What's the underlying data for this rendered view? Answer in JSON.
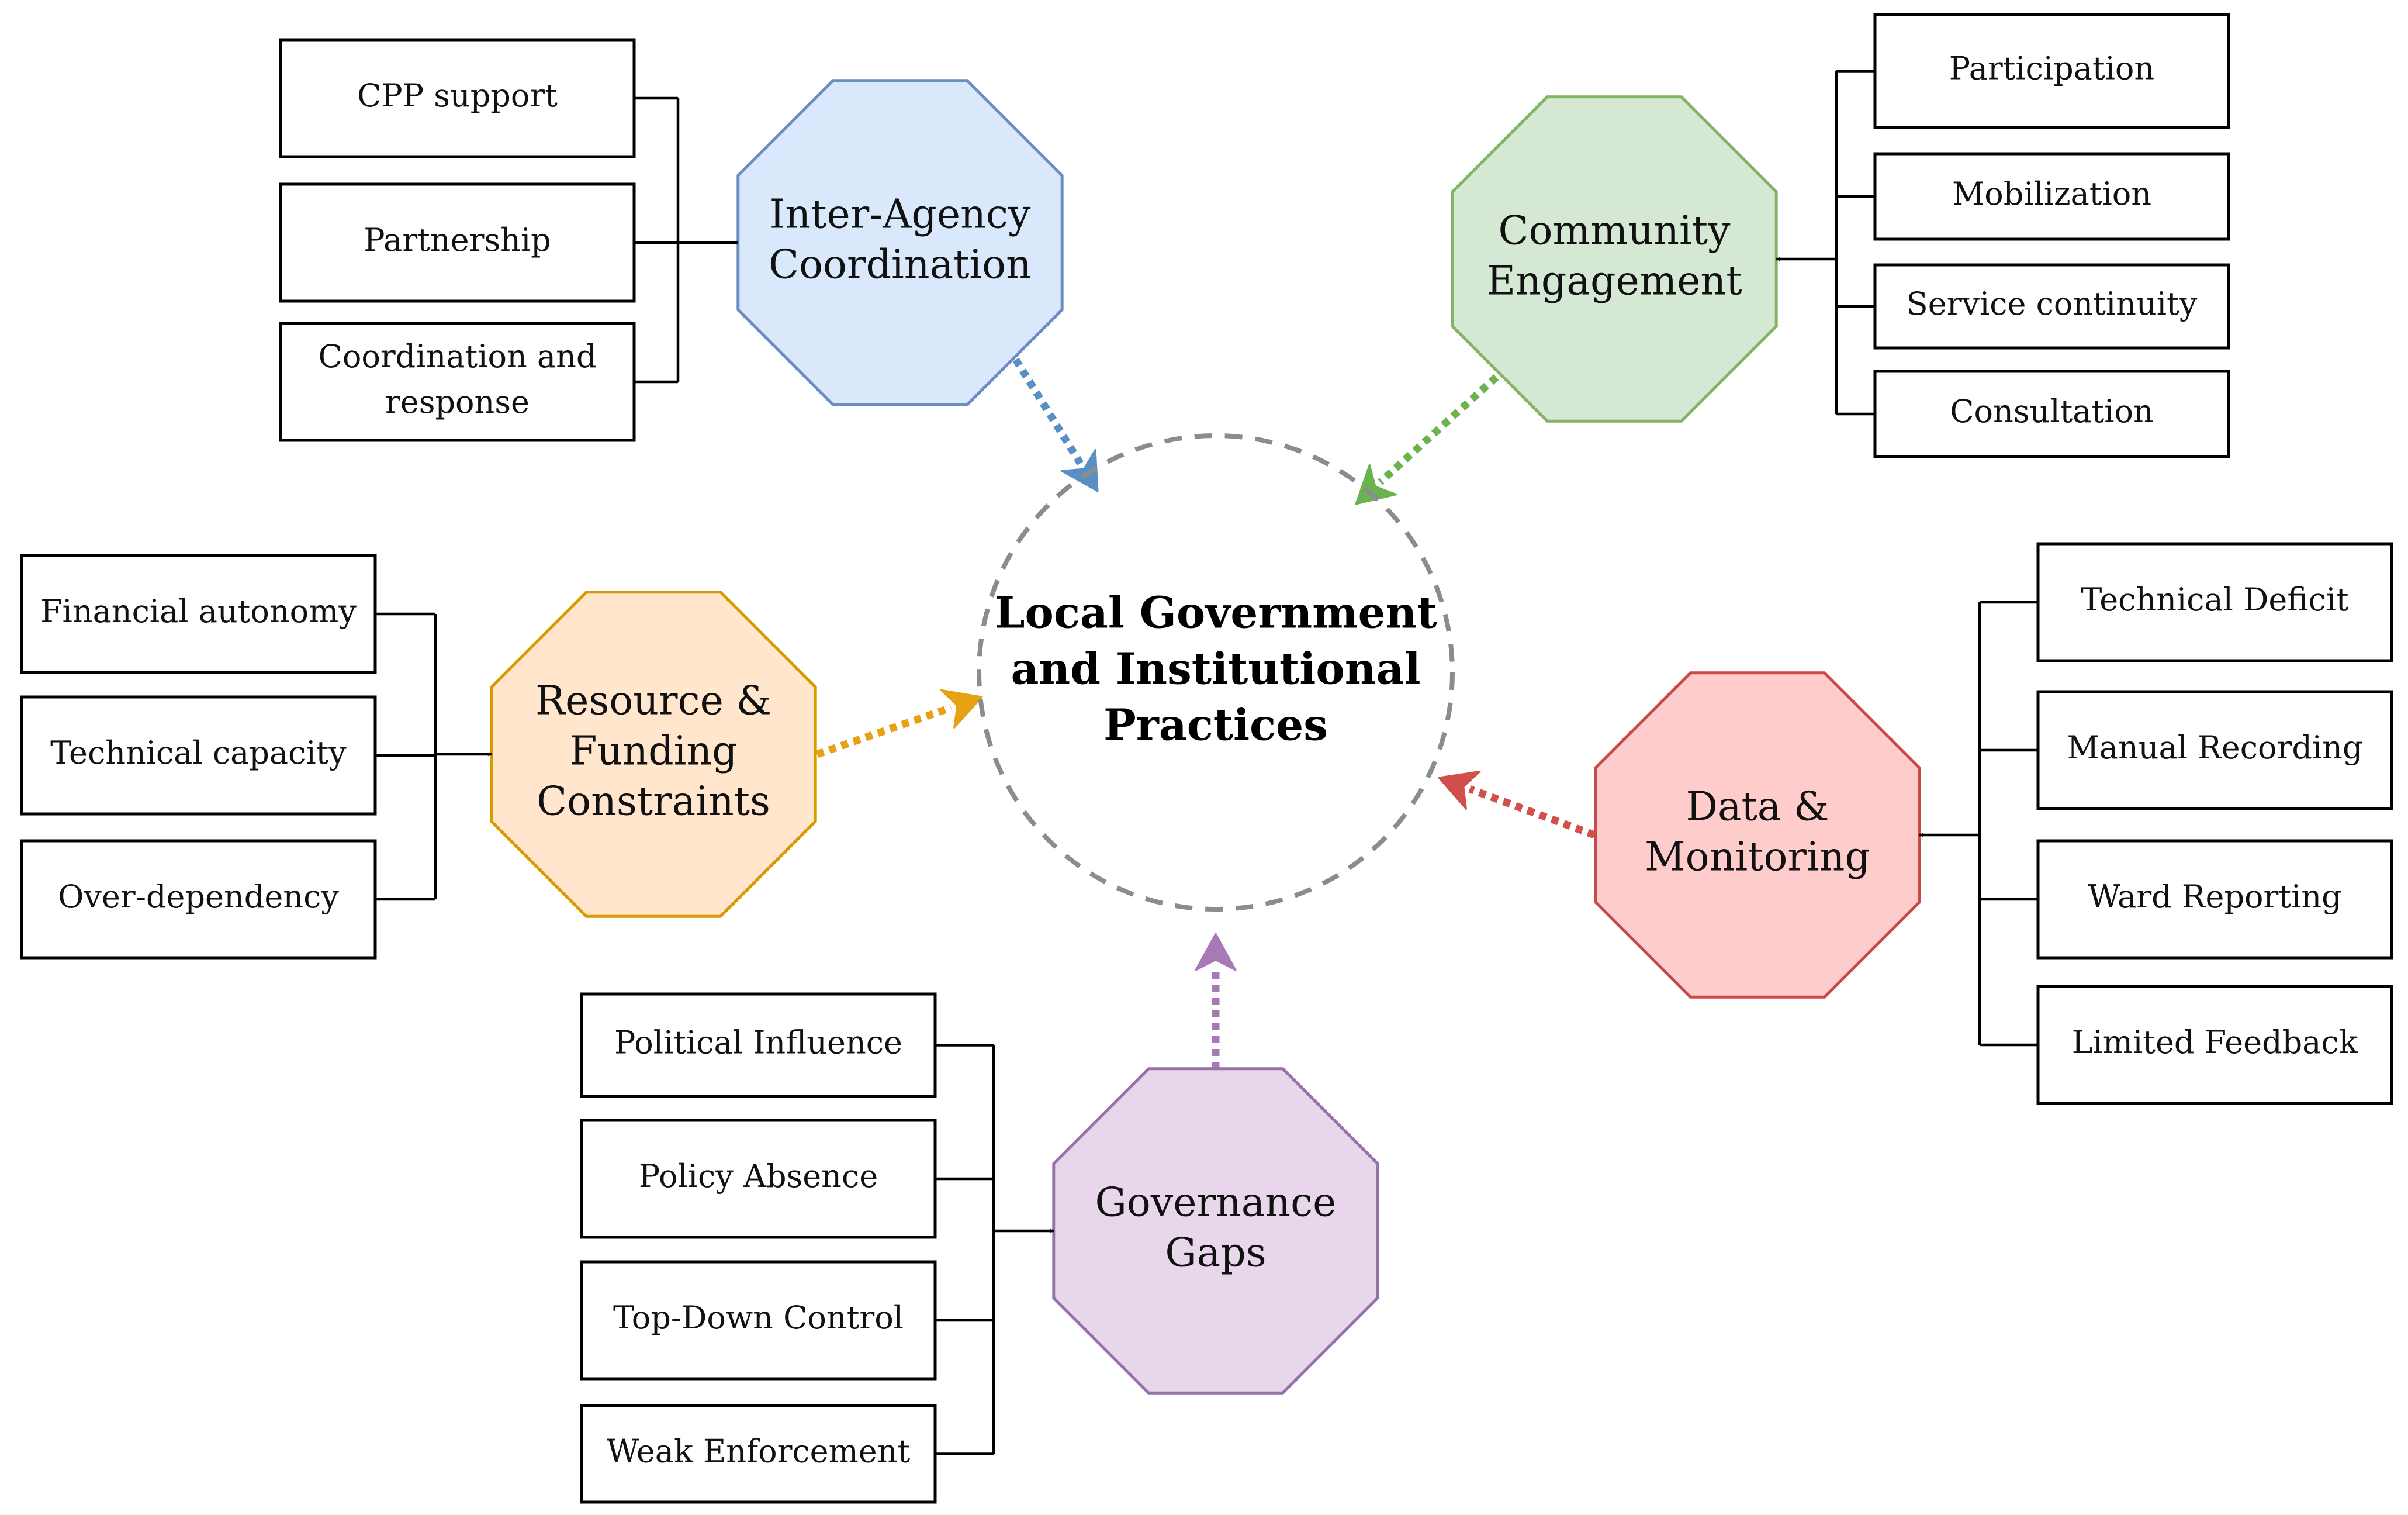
{
  "center": {
    "title_lines": [
      "Local Government",
      "and Institutional",
      "Practices"
    ]
  },
  "groups": [
    {
      "id": "inter-agency-coordination",
      "title_lines": [
        "Inter-Agency",
        "Coordination"
      ],
      "fill": "#dae8fc",
      "stroke": "#6c8ebf",
      "arrow_color": "#5a8fc4",
      "items": [
        {
          "lines": [
            "CPP support"
          ]
        },
        {
          "lines": [
            "Partnership"
          ]
        },
        {
          "lines": [
            "Coordination and",
            "response"
          ]
        }
      ]
    },
    {
      "id": "community-engagement",
      "title_lines": [
        "Community",
        "Engagement"
      ],
      "fill": "#d5e8d4",
      "stroke": "#82b366",
      "arrow_color": "#6ab34f",
      "items": [
        {
          "lines": [
            "Participation"
          ]
        },
        {
          "lines": [
            "Mobilization"
          ]
        },
        {
          "lines": [
            "Service continuity"
          ]
        },
        {
          "lines": [
            "Consultation"
          ]
        }
      ]
    },
    {
      "id": "resource-funding-constraints",
      "title_lines": [
        "Resource &",
        "Funding",
        "Constraints"
      ],
      "fill": "#ffe6cc",
      "stroke": "#d79b00",
      "arrow_color": "#e6a214",
      "items": [
        {
          "lines": [
            "Financial autonomy"
          ]
        },
        {
          "lines": [
            "Technical capacity"
          ]
        },
        {
          "lines": [
            "Over-dependency"
          ]
        }
      ]
    },
    {
      "id": "data-monitoring",
      "title_lines": [
        "Data &",
        "Monitoring"
      ],
      "fill": "#ffcccc",
      "stroke": "#c94a4a",
      "arrow_color": "#d0504c",
      "items": [
        {
          "lines": [
            "Technical Deficit"
          ]
        },
        {
          "lines": [
            "Manual Recording"
          ]
        },
        {
          "lines": [
            "Ward Reporting"
          ]
        },
        {
          "lines": [
            "Limited Feedback"
          ]
        }
      ]
    },
    {
      "id": "governance-gaps",
      "title_lines": [
        "Governance",
        "Gaps"
      ],
      "fill": "#e8d7ea",
      "stroke": "#9673a6",
      "arrow_color": "#a77ab5",
      "items": [
        {
          "lines": [
            "Political Influence"
          ]
        },
        {
          "lines": [
            "Policy Absence"
          ]
        },
        {
          "lines": [
            "Top-Down Control"
          ]
        },
        {
          "lines": [
            "Weak Enforcement"
          ]
        }
      ]
    }
  ]
}
